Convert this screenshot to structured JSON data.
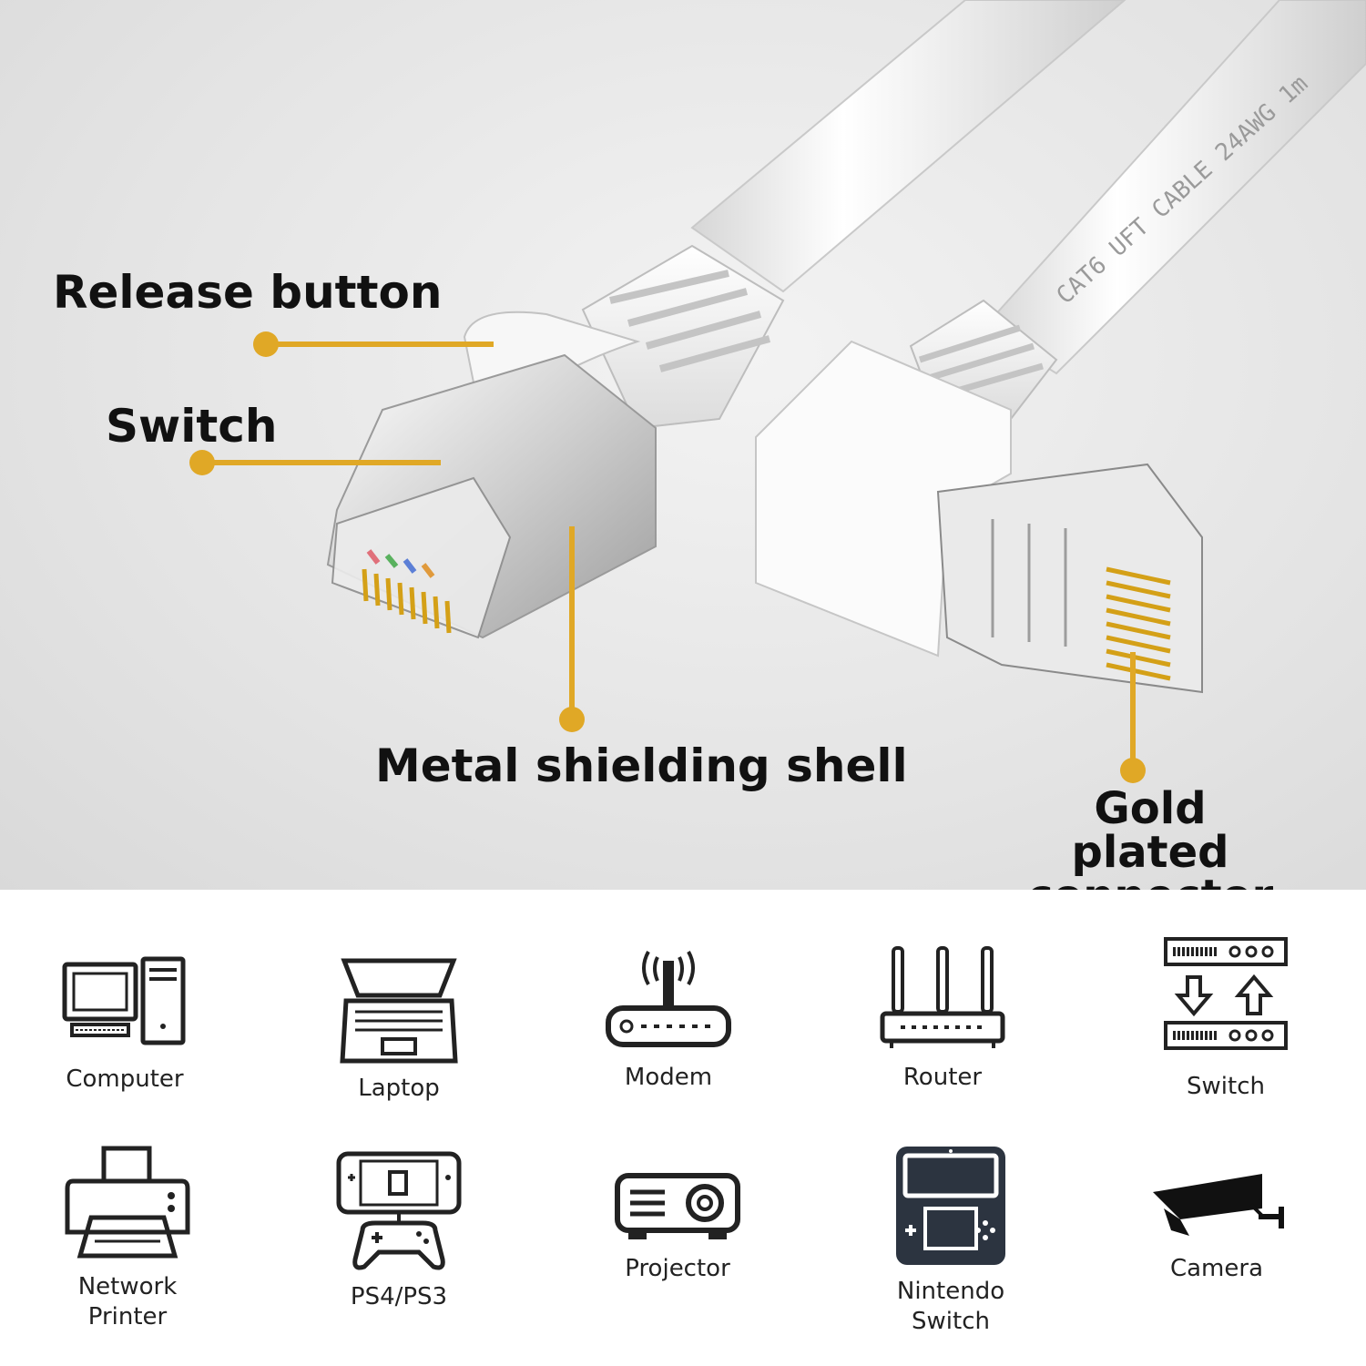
{
  "callouts": {
    "release_button": "Release button",
    "switch": "Switch",
    "metal_shell": "Metal shielding shell",
    "gold_connector": "Gold plated\nconnector"
  },
  "cable_print": "CAT6 UFT CABLE 24AWG 1m",
  "colors": {
    "accent": "#e0a826",
    "label_text": "#111111",
    "cable": "#f4f4f4"
  },
  "devices": [
    {
      "label": "Computer",
      "icon": "computer-icon"
    },
    {
      "label": "Laptop",
      "icon": "laptop-icon"
    },
    {
      "label": "Modem",
      "icon": "modem-icon"
    },
    {
      "label": "Router",
      "icon": "router-icon"
    },
    {
      "label": "Switch",
      "icon": "network-switch-icon"
    },
    {
      "label": "Network\nPrinter",
      "icon": "printer-icon"
    },
    {
      "label": "PS4/PS3",
      "icon": "gamepad-icon"
    },
    {
      "label": "Projector",
      "icon": "projector-icon"
    },
    {
      "label": "Nintendo\nSwitch",
      "icon": "nintendo-switch-icon"
    },
    {
      "label": "Camera",
      "icon": "security-camera-icon"
    }
  ]
}
